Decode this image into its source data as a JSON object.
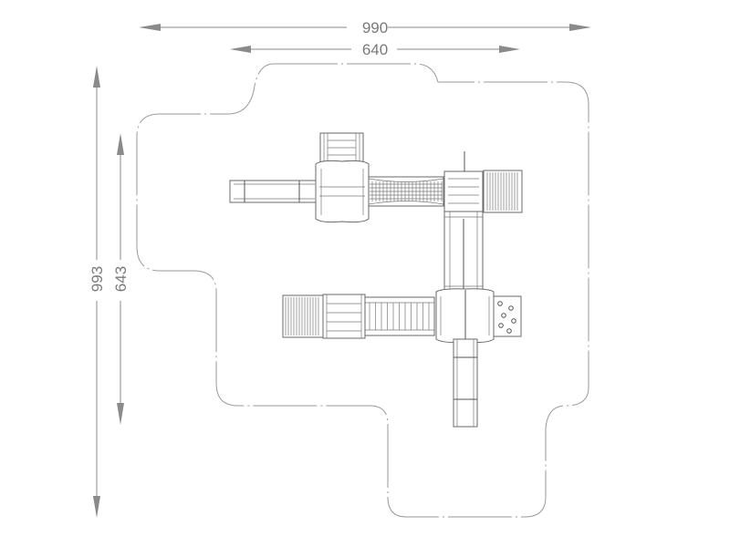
{
  "dimensions": {
    "outer_width": "990",
    "inner_width": "640",
    "outer_height": "993",
    "inner_height": "643"
  },
  "colors": {
    "line": "#6a6a6a",
    "dimension": "#8a8a8a",
    "background": "#ffffff"
  }
}
